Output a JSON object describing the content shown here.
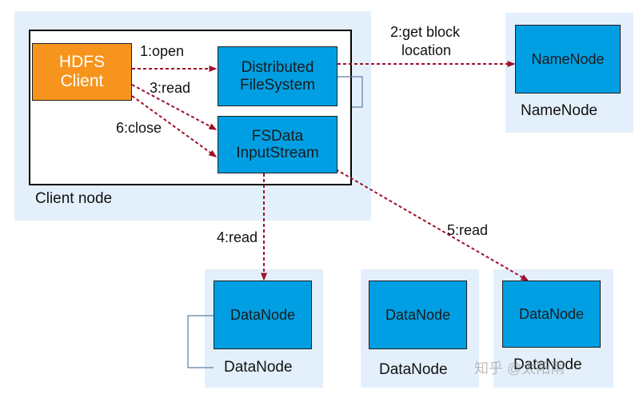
{
  "client_node": {
    "label": "Client node",
    "hdfs_client": [
      "HDFS",
      "Client"
    ],
    "distributed_fs": [
      "Distributed",
      "FileSystem"
    ],
    "fsdata": [
      "FSData",
      "InputStream"
    ]
  },
  "namenode": {
    "box": "NameNode",
    "label": "NameNode"
  },
  "datanodes": [
    {
      "box": "DataNode",
      "label": "DataNode"
    },
    {
      "box": "DataNode",
      "label": "DataNode"
    },
    {
      "box": "DataNode",
      "label": "DataNode"
    }
  ],
  "edges": {
    "open": "1:open",
    "get_block": [
      "2:get block",
      "location"
    ],
    "read3": "3:read",
    "read4": "4:read",
    "read5": "5:read",
    "close": "6:close"
  },
  "watermark": "知乎 @太阳雨"
}
